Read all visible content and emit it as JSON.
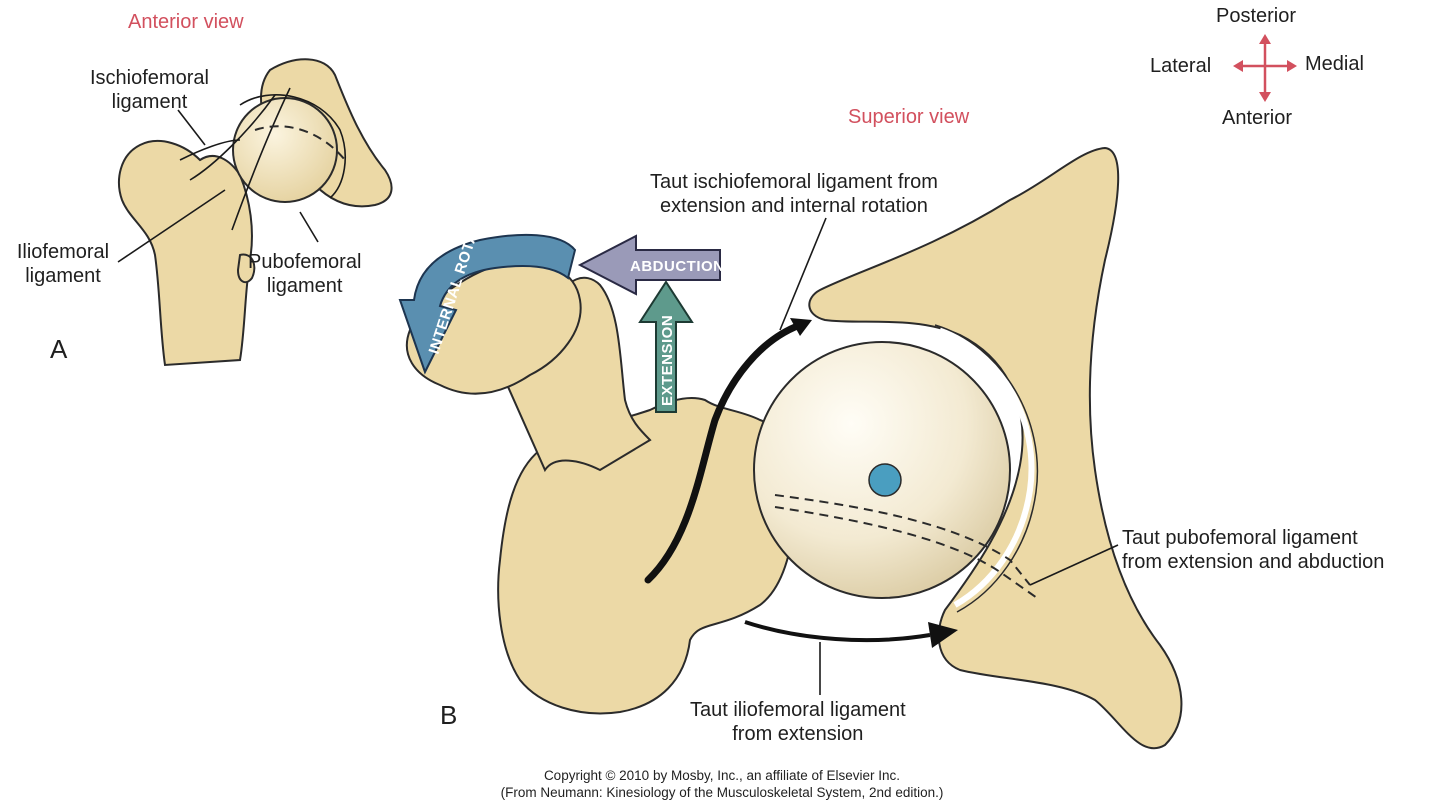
{
  "panel_a": {
    "view_label": "Anterior view",
    "ischiofemoral": [
      "Ischiofemoral",
      "ligament"
    ],
    "iliofemoral": [
      "Iliofemoral",
      "ligament"
    ],
    "pubofemoral": [
      "Pubofemoral",
      "ligament"
    ],
    "panel_letter": "A"
  },
  "compass": {
    "top": "Posterior",
    "left": "Lateral",
    "right": "Medial",
    "bottom": "Anterior",
    "color": "#d2505e"
  },
  "panel_b": {
    "view_label": "Superior view",
    "ischiofemoral_callout": [
      "Taut ischiofemoral ligament from",
      "extension and internal rotation"
    ],
    "pubofemoral_callout": [
      "Taut pubofemoral ligament",
      "from extension and abduction"
    ],
    "iliofemoral_callout": [
      "Taut iliofemoral ligament",
      "from extension"
    ],
    "panel_letter": "B",
    "motion_arrows": {
      "internal_rotation": "INTERNAL ROTATION",
      "abduction": "ABDUCTION",
      "extension": "EXTENSION"
    }
  },
  "copyright": [
    "Copyright © 2010 by Mosby, Inc., an affiliate of Elsevier Inc.",
    "(From Neumann: Kinesiology of the Musculoskeletal System, 2nd edition.)"
  ],
  "colors": {
    "bone": "#ecd9a6",
    "label_accent": "#d2505e",
    "rotation_arrow": "#5a8fb0",
    "abduction_arrow": "#9a9ab8",
    "extension_arrow": "#5e9a8c",
    "center_dot": "#4a9ec0"
  }
}
